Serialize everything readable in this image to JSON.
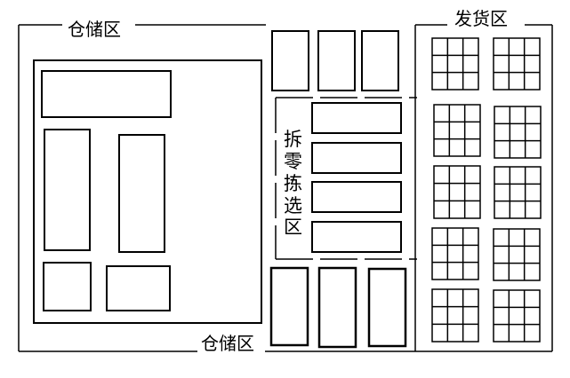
{
  "labels": {
    "storage_top": "仓储区",
    "storage_bottom": "仓储区",
    "shipping": "发货区",
    "picking_chars": [
      "拆",
      "零",
      "拣",
      "选",
      "区"
    ]
  },
  "shipping_pallet_grid": {
    "rows": 3,
    "cols": 3,
    "count": 10
  }
}
